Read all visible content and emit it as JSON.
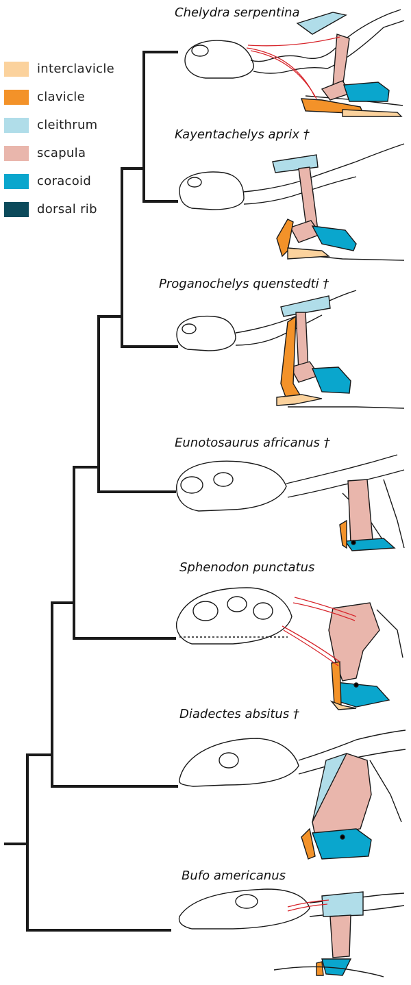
{
  "legend": [
    {
      "label": "interclavicle",
      "color": "#fbd29d"
    },
    {
      "label": "clavicle",
      "color": "#f39229"
    },
    {
      "label": "cleithrum",
      "color": "#b0dde9"
    },
    {
      "label": "scapula",
      "color": "#e9b6ac"
    },
    {
      "label": "coracoid",
      "color": "#0aa6cd"
    },
    {
      "label": "dorsal rib",
      "color": "#0c4a5b"
    }
  ],
  "taxa": [
    {
      "name": "Chelydra serpentina"
    },
    {
      "name": "Kayentachelys aprix †"
    },
    {
      "name": "Proganochelys quenstedti †"
    },
    {
      "name": "Eunotosaurus africanus †"
    },
    {
      "name": "Sphenodon punctatus"
    },
    {
      "name": "Diadectes absitus †"
    },
    {
      "name": "Bufo americanus"
    }
  ]
}
